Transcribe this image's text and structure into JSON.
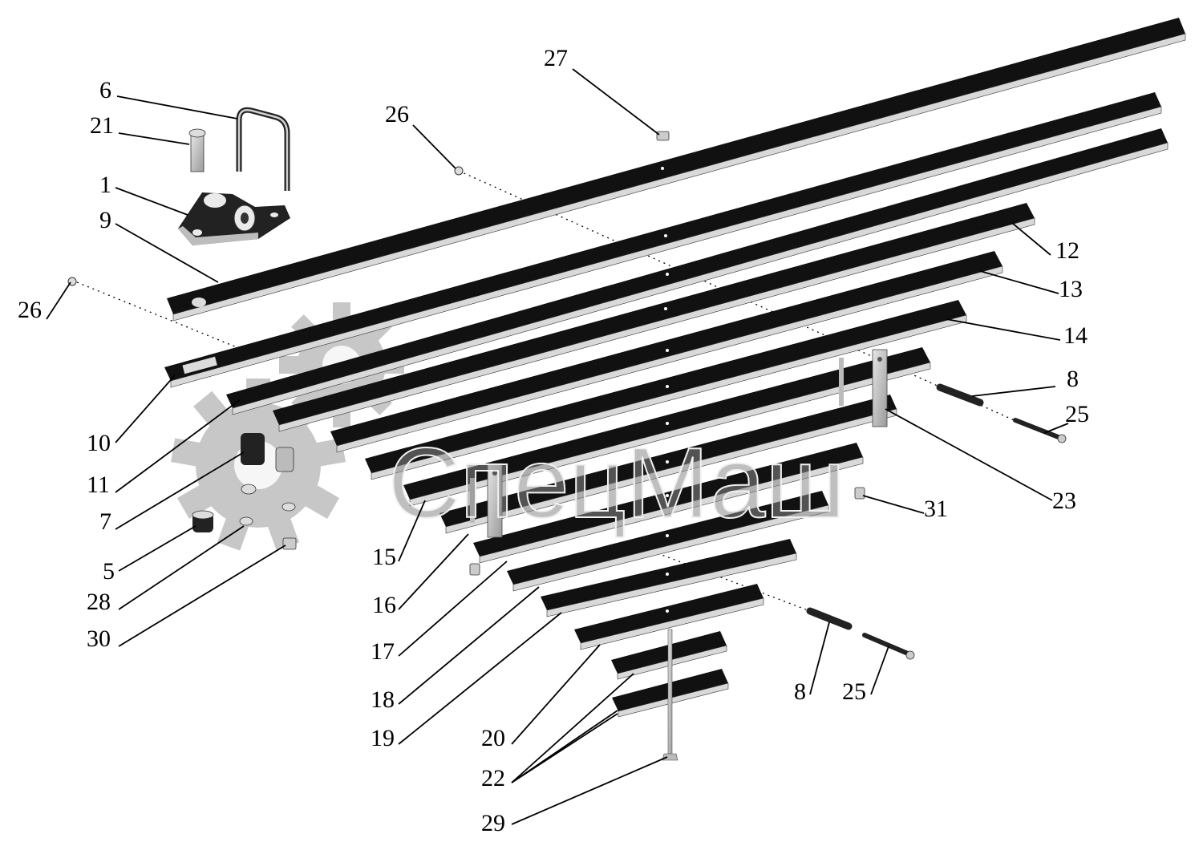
{
  "diagram": {
    "watermark_text": "СпецМаш",
    "callouts": [
      {
        "id": "c6",
        "text": "6"
      },
      {
        "id": "c21",
        "text": "21"
      },
      {
        "id": "c1",
        "text": "1"
      },
      {
        "id": "c9",
        "text": "9"
      },
      {
        "id": "c26a",
        "text": "26"
      },
      {
        "id": "c26b",
        "text": "26"
      },
      {
        "id": "c27",
        "text": "27"
      },
      {
        "id": "c10",
        "text": "10"
      },
      {
        "id": "c11",
        "text": "11"
      },
      {
        "id": "c7",
        "text": "7"
      },
      {
        "id": "c5",
        "text": "5"
      },
      {
        "id": "c28",
        "text": "28"
      },
      {
        "id": "c30",
        "text": "30"
      },
      {
        "id": "c15",
        "text": "15"
      },
      {
        "id": "c16",
        "text": "16"
      },
      {
        "id": "c17",
        "text": "17"
      },
      {
        "id": "c18",
        "text": "18"
      },
      {
        "id": "c19",
        "text": "19"
      },
      {
        "id": "c20",
        "text": "20"
      },
      {
        "id": "c22",
        "text": "22"
      },
      {
        "id": "c29",
        "text": "29"
      },
      {
        "id": "c12",
        "text": "12"
      },
      {
        "id": "c13",
        "text": "13"
      },
      {
        "id": "c14",
        "text": "14"
      },
      {
        "id": "c8a",
        "text": "8"
      },
      {
        "id": "c25a",
        "text": "25"
      },
      {
        "id": "c23",
        "text": "23"
      },
      {
        "id": "c31",
        "text": "31"
      },
      {
        "id": "c8b",
        "text": "8"
      },
      {
        "id": "c25b",
        "text": "25"
      }
    ]
  }
}
